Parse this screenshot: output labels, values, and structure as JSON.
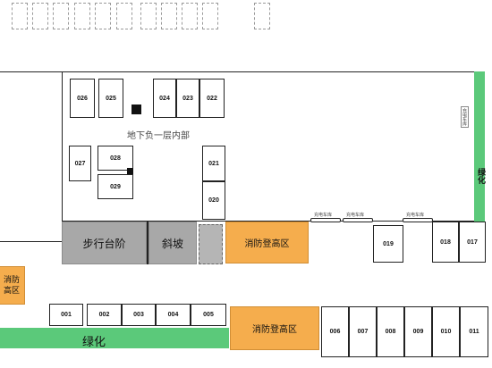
{
  "map": {
    "basement_label": "地下负一层内部",
    "ramp_label": "斜坡",
    "stairs_label": "步行台阶",
    "fire_zone_label": "消防登高区",
    "fire_zone_left_label": "消防\n高区",
    "green_label": "绿化",
    "green_right_label": "绿化",
    "charger_label": "充电车库",
    "side_sign_label": "充电车库",
    "spaces": {
      "s001": "001",
      "s002": "002",
      "s003": "003",
      "s004": "004",
      "s005": "005",
      "s006": "006",
      "s007": "007",
      "s008": "008",
      "s009": "009",
      "s010": "010",
      "s011": "011",
      "s017": "017",
      "s018": "018",
      "s019": "019",
      "s020": "020",
      "s021": "021",
      "s022": "022",
      "s023": "023",
      "s024": "024",
      "s025": "025",
      "s026": "026",
      "s027": "027",
      "s028": "028",
      "s029": "029"
    }
  }
}
